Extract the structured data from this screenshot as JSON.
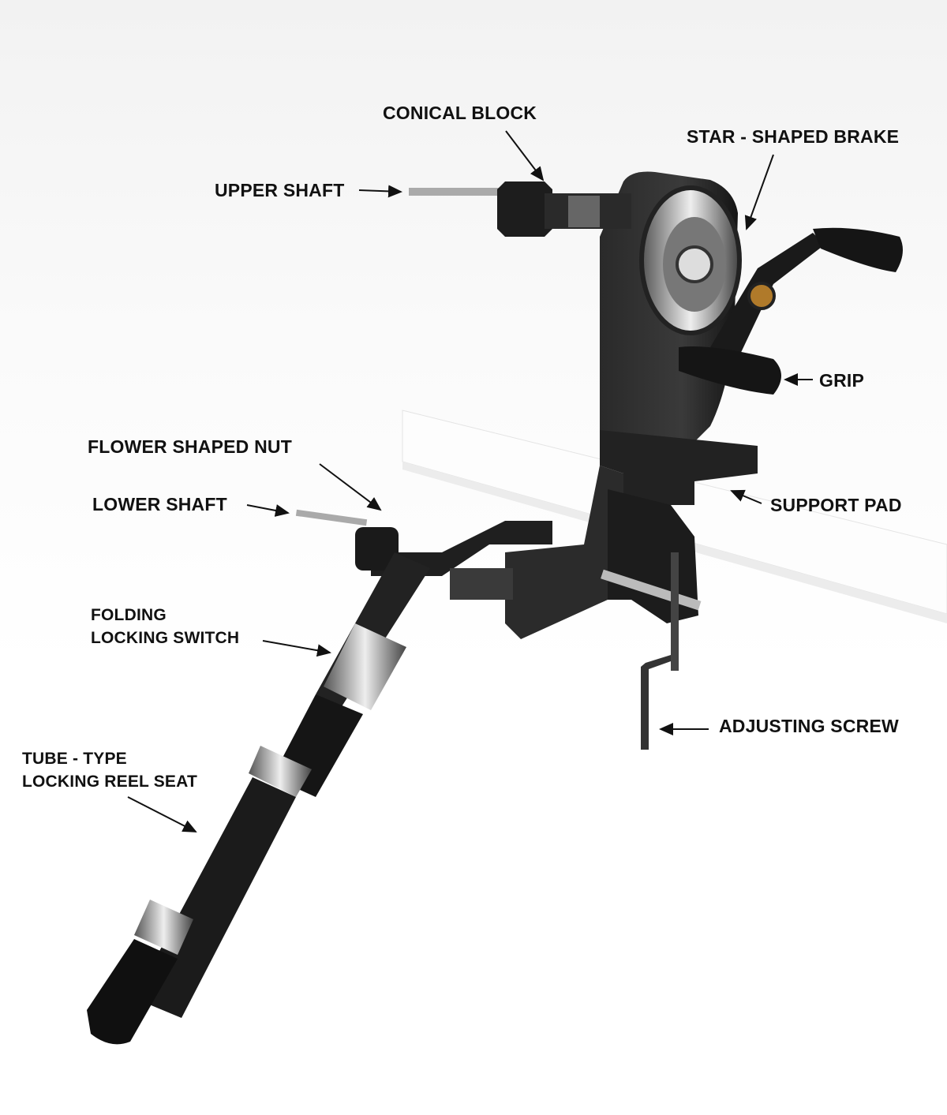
{
  "title": "Fishing line spooler parts diagram",
  "labels": {
    "conical_block": "CONICAL BLOCK",
    "star_brake": "STAR - SHAPED BRAKE",
    "upper_shaft": "UPPER SHAFT",
    "grip": "GRIP",
    "flower_nut": "FLOWER SHAPED NUT",
    "lower_shaft": "LOWER SHAFT",
    "support_pad": "SUPPORT PAD",
    "folding_switch_1": "FOLDING",
    "folding_switch_2": "LOCKING SWITCH",
    "adjusting_screw": "ADJUSTING SCREW",
    "reel_seat_1": "TUBE - TYPE",
    "reel_seat_2": "LOCKING REEL SEAT"
  },
  "colors": {
    "device": "#1e1e1e",
    "metal": "#9a9a9a",
    "accent": "#b07a2a",
    "text": "#111111"
  }
}
